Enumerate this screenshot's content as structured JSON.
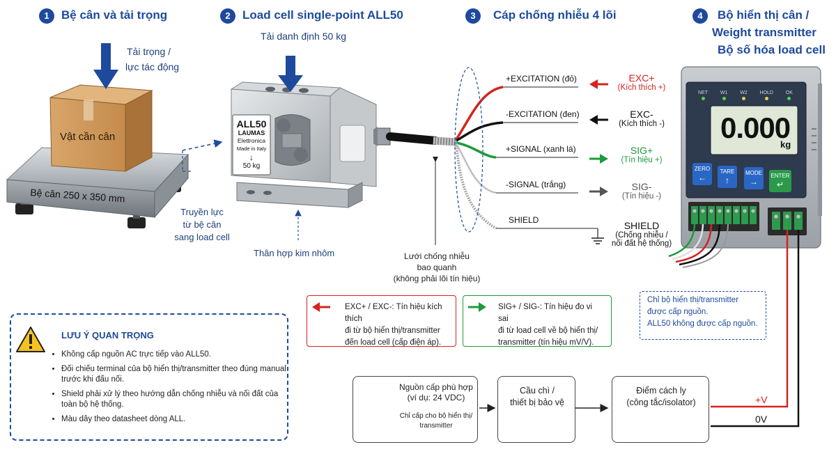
{
  "steps": [
    {
      "num": "1",
      "title": "Bệ cân và tải trọng"
    },
    {
      "num": "2",
      "title": "Load cell single-point ALL50"
    },
    {
      "num": "3",
      "title": "Cáp chống nhiễu 4 lõi"
    },
    {
      "num": "4",
      "title_lines": [
        "Bộ hiển thị cân /",
        "Weight transmitter",
        "Bộ số hóa load cell"
      ]
    }
  ],
  "platform": {
    "load_label_1": "Tải trọng /",
    "load_label_2": "lực tác động",
    "box_label": "Vật cần cân",
    "platform_label": "Bệ cân 250 x 350 mm",
    "transfer_lines": [
      "Truyền lực",
      "từ bệ cân",
      "sang load cell"
    ]
  },
  "loadcell": {
    "rated_load": "Tải danh định 50 kg",
    "tag_model": "ALL50",
    "tag_brand": "LAUMAS",
    "tag_sub": "Elettronica",
    "tag_made": "Made in Italy",
    "tag_arrow": "↓",
    "tag_cap": "50 kg",
    "body_label": "Thân hợp kim nhôm"
  },
  "cable": {
    "wires": [
      {
        "label": "+EXCITATION (đỏ)",
        "color": "#d4231f"
      },
      {
        "label": "-EXCITATION (đen)",
        "color": "#111111"
      },
      {
        "label": "+SIGNAL (xanh lá)",
        "color": "#1d9a3a"
      },
      {
        "label": "-SIGNAL (trắng)",
        "color": "#d8d8d8"
      },
      {
        "label": "SHIELD",
        "color": "#9a9a9a"
      }
    ],
    "mesh_lines": [
      "Lưới chống nhiễu",
      "bao quanh",
      "(không phải lõi tín hiệu)"
    ]
  },
  "signals": [
    {
      "name": "EXC+",
      "sub": "(Kích thích +)",
      "color": "#d4231f"
    },
    {
      "name": "EXC-",
      "sub": "(Kích thích -)",
      "color": "#111111"
    },
    {
      "name": "SIG+",
      "sub": "(Tín hiệu +)",
      "color": "#1d9a3a"
    },
    {
      "name": "SIG-",
      "sub": "(Tín hiệu -)",
      "color": "#555555"
    },
    {
      "name": "SHIELD",
      "sub_lines": [
        "(Chống nhiễu /",
        "nối đất hệ thống)"
      ],
      "color": "#111111"
    }
  ],
  "display": {
    "leds": [
      "NET",
      "W1",
      "W2",
      "HOLD",
      "OK"
    ],
    "reading": "0.000",
    "unit": "kg",
    "buttons": [
      {
        "label": "ZERO",
        "icon": "←"
      },
      {
        "label": "TARE",
        "icon": "↑"
      },
      {
        "label": "MODE",
        "icon": "→"
      },
      {
        "label": "ENTER",
        "icon": "↵"
      }
    ]
  },
  "legends": {
    "exc_title": "EXC+ / EXC-:",
    "exc_lines": [
      "Tín hiệu kích thích",
      "đi từ bộ hiển thị/transmitter",
      "đến load cell (cấp điện áp)."
    ],
    "sig_title": "SIG+ / SIG-:",
    "sig_lines": [
      "Tín hiệu đo vi sai",
      "đi từ load cell về bộ hiển thị/",
      "transmitter (tín hiệu mV/V)."
    ]
  },
  "power_note": [
    "Chỉ bộ hiển thị/transmitter",
    "được cấp nguồn.",
    "ALL50 không được cấp nguồn."
  ],
  "warning": {
    "title": "LƯU Ý QUAN TRỌNG",
    "items": [
      "Không cấp nguồn AC trực tiếp vào ALL50.",
      "Đối chiếu terminal của bộ hiển thị/transmitter theo đúng manual trước khi đấu nối.",
      "Shield phải xử lý theo hướng dẫn chống nhiễu và nối đất của toàn bộ hệ thống.",
      "Màu dây theo datasheet dòng ALL."
    ]
  },
  "flow": {
    "supply_lines": [
      "Nguồn cấp phù hợp",
      "(ví dụ: 24 VDC)"
    ],
    "supply_sub": [
      "Chỉ cấp cho bộ hiển thị/",
      "transmitter"
    ],
    "fuse_lines": [
      "Cầu chì /",
      "thiết bị bảo vệ"
    ],
    "isolator_lines": [
      "Điểm cách ly",
      "(công tắc/isolator)"
    ],
    "plus_label": "+V",
    "zero_label": "0V",
    "plus_color": "#d4231f"
  },
  "colors": {
    "accent": "#1d4a9c",
    "red": "#d4231f",
    "green": "#1d9a3a"
  }
}
